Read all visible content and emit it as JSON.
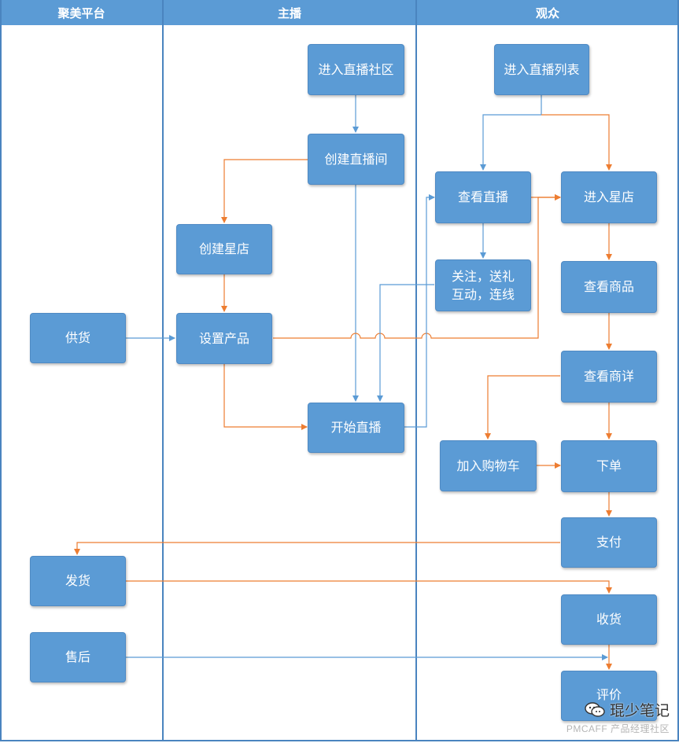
{
  "lanes": {
    "platform": "聚美平台",
    "anchor": "主播",
    "audience": "观众"
  },
  "nodes": {
    "enter_live_community": "进入直播社区",
    "create_live_room": "创建直播间",
    "create_star_store": "创建星店",
    "set_products": "设置产品",
    "start_live": "开始直播",
    "supply": "供货",
    "ship": "发货",
    "after_sales": "售后",
    "enter_live_list": "进入直播列表",
    "watch_live": "查看直播",
    "follow_gift": "关注，送礼\n互动，连线",
    "enter_star_store": "进入星店",
    "view_products": "查看商品",
    "view_product_detail": "查看商详",
    "add_to_cart": "加入购物车",
    "place_order": "下单",
    "pay": "支付",
    "receive": "收货",
    "review": "评价"
  },
  "colors": {
    "lane_header": "#5b9bd5",
    "node_fill": "#5b9bd5",
    "arrow_blue": "#5b9bd5",
    "arrow_orange": "#ed7d31"
  },
  "watermark": {
    "icon": "wechat-icon",
    "title": "琨少笔记",
    "subtitle": "PMCAFF 产品经理社区"
  }
}
